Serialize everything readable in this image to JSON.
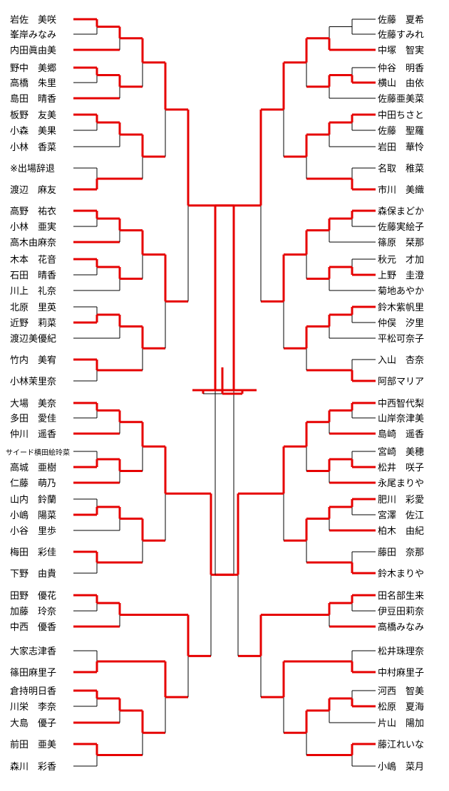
{
  "colors": {
    "winner": "#e60000",
    "line": "#000000",
    "background": "#ffffff"
  },
  "left": [
    {
      "name": "岩佐　美咲",
      "w": 1
    },
    {
      "name": "峯岸みなみ",
      "w": 0
    },
    {
      "name": "内田眞由美",
      "w": 1
    },
    {
      "name": "野中　美郷",
      "w": 1
    },
    {
      "name": "高橋　朱里",
      "w": 0
    },
    {
      "name": "島田　晴香",
      "w": 1
    },
    {
      "name": "板野　友美",
      "w": 1
    },
    {
      "name": "小森　美果",
      "w": 0
    },
    {
      "name": "小林　香菜",
      "w": 0
    },
    {
      "name": "※出場辞退",
      "w": 0
    },
    {
      "name": "渡辺　麻友",
      "w": 1
    },
    {
      "name": "高野　祐衣",
      "w": 1
    },
    {
      "name": "小林　亜実",
      "w": 0
    },
    {
      "name": "高木由麻奈",
      "w": 1
    },
    {
      "name": "木本　花音",
      "w": 1
    },
    {
      "name": "石田　晴香",
      "w": 0
    },
    {
      "name": "川上　礼奈",
      "w": 0
    },
    {
      "name": "北原　里英",
      "w": 0
    },
    {
      "name": "近野　莉菜",
      "w": 1
    },
    {
      "name": "渡辺美優紀",
      "w": 0
    },
    {
      "name": "竹内　美宥",
      "w": 1
    },
    {
      "name": "小林茉里奈",
      "w": 0
    },
    {
      "name": "大場　美奈",
      "w": 1
    },
    {
      "name": "多田　愛佳",
      "w": 0
    },
    {
      "name": "仲川　遥香",
      "w": 1
    },
    {
      "name": "サイード横田絵玲菜",
      "w": 0,
      "small": true
    },
    {
      "name": "高城　亜樹",
      "w": 1
    },
    {
      "name": "仁藤　萌乃",
      "w": 1
    },
    {
      "name": "山内　鈴蘭",
      "w": 0
    },
    {
      "name": "小嶋　陽菜",
      "w": 1
    },
    {
      "name": "小谷　里歩",
      "w": 0
    },
    {
      "name": "梅田　彩佳",
      "w": 1
    },
    {
      "name": "下野　由貴",
      "w": 0
    },
    {
      "name": "田野　優花",
      "w": 1
    },
    {
      "name": "加藤　玲奈",
      "w": 0
    },
    {
      "name": "中西　優香",
      "w": 1
    },
    {
      "name": "大家志津香",
      "w": 0
    },
    {
      "name": "篠田麻里子",
      "w": 1
    },
    {
      "name": "倉持明日香",
      "w": 1
    },
    {
      "name": "川栄　李奈",
      "w": 0
    },
    {
      "name": "大島　優子",
      "w": 1
    },
    {
      "name": "前田　亜美",
      "w": 1
    },
    {
      "name": "森川　彩香",
      "w": 0
    }
  ],
  "right": [
    {
      "name": "佐藤　夏希",
      "w": 0
    },
    {
      "name": "佐藤すみれ",
      "w": 0
    },
    {
      "name": "中塚　智実",
      "w": 1
    },
    {
      "name": "仲谷　明香",
      "w": 0
    },
    {
      "name": "横山　由依",
      "w": 1
    },
    {
      "name": "佐藤亜美菜",
      "w": 0
    },
    {
      "name": "中田ちさと",
      "w": 1
    },
    {
      "name": "佐藤　聖羅",
      "w": 0
    },
    {
      "name": "岩田　華怜",
      "w": 0
    },
    {
      "name": "名取　稚菜",
      "w": 0
    },
    {
      "name": "市川　美織",
      "w": 1
    },
    {
      "name": "森保まどか",
      "w": 1
    },
    {
      "name": "佐藤実絵子",
      "w": 0
    },
    {
      "name": "篠原　栞那",
      "w": 0
    },
    {
      "name": "秋元　才加",
      "w": 0
    },
    {
      "name": "上野　圭澄",
      "w": 1
    },
    {
      "name": "菊地あやか",
      "w": 0
    },
    {
      "name": "鈴木紫帆里",
      "w": 1
    },
    {
      "name": "仲俣　汐里",
      "w": 0
    },
    {
      "name": "平松可奈子",
      "w": 0
    },
    {
      "name": "入山　杏奈",
      "w": 0
    },
    {
      "name": "阿部マリア",
      "w": 1
    },
    {
      "name": "中西智代梨",
      "w": 1
    },
    {
      "name": "山岸奈津美",
      "w": 0
    },
    {
      "name": "島崎　遥香",
      "w": 1
    },
    {
      "name": "宮崎　美穂",
      "w": 0
    },
    {
      "name": "松井　咲子",
      "w": 1
    },
    {
      "name": "永尾まりや",
      "w": 1
    },
    {
      "name": "肥川　彩愛",
      "w": 1
    },
    {
      "name": "宮澤　佐江",
      "w": 0
    },
    {
      "name": "柏木　由紀",
      "w": 1
    },
    {
      "name": "藤田　奈那",
      "w": 0
    },
    {
      "name": "鈴木まりや",
      "w": 1
    },
    {
      "name": "田名部生来",
      "w": 1
    },
    {
      "name": "伊豆田莉奈",
      "w": 0
    },
    {
      "name": "高橋みなみ",
      "w": 1
    },
    {
      "name": "松井珠理奈",
      "w": 0
    },
    {
      "name": "中村麻里子",
      "w": 1
    },
    {
      "name": "河西　智美",
      "w": 0
    },
    {
      "name": "松原　夏海",
      "w": 1
    },
    {
      "name": "片山　陽加",
      "w": 0
    },
    {
      "name": "藤江れいな",
      "w": 1
    },
    {
      "name": "小嶋　菜月",
      "w": 0
    }
  ]
}
